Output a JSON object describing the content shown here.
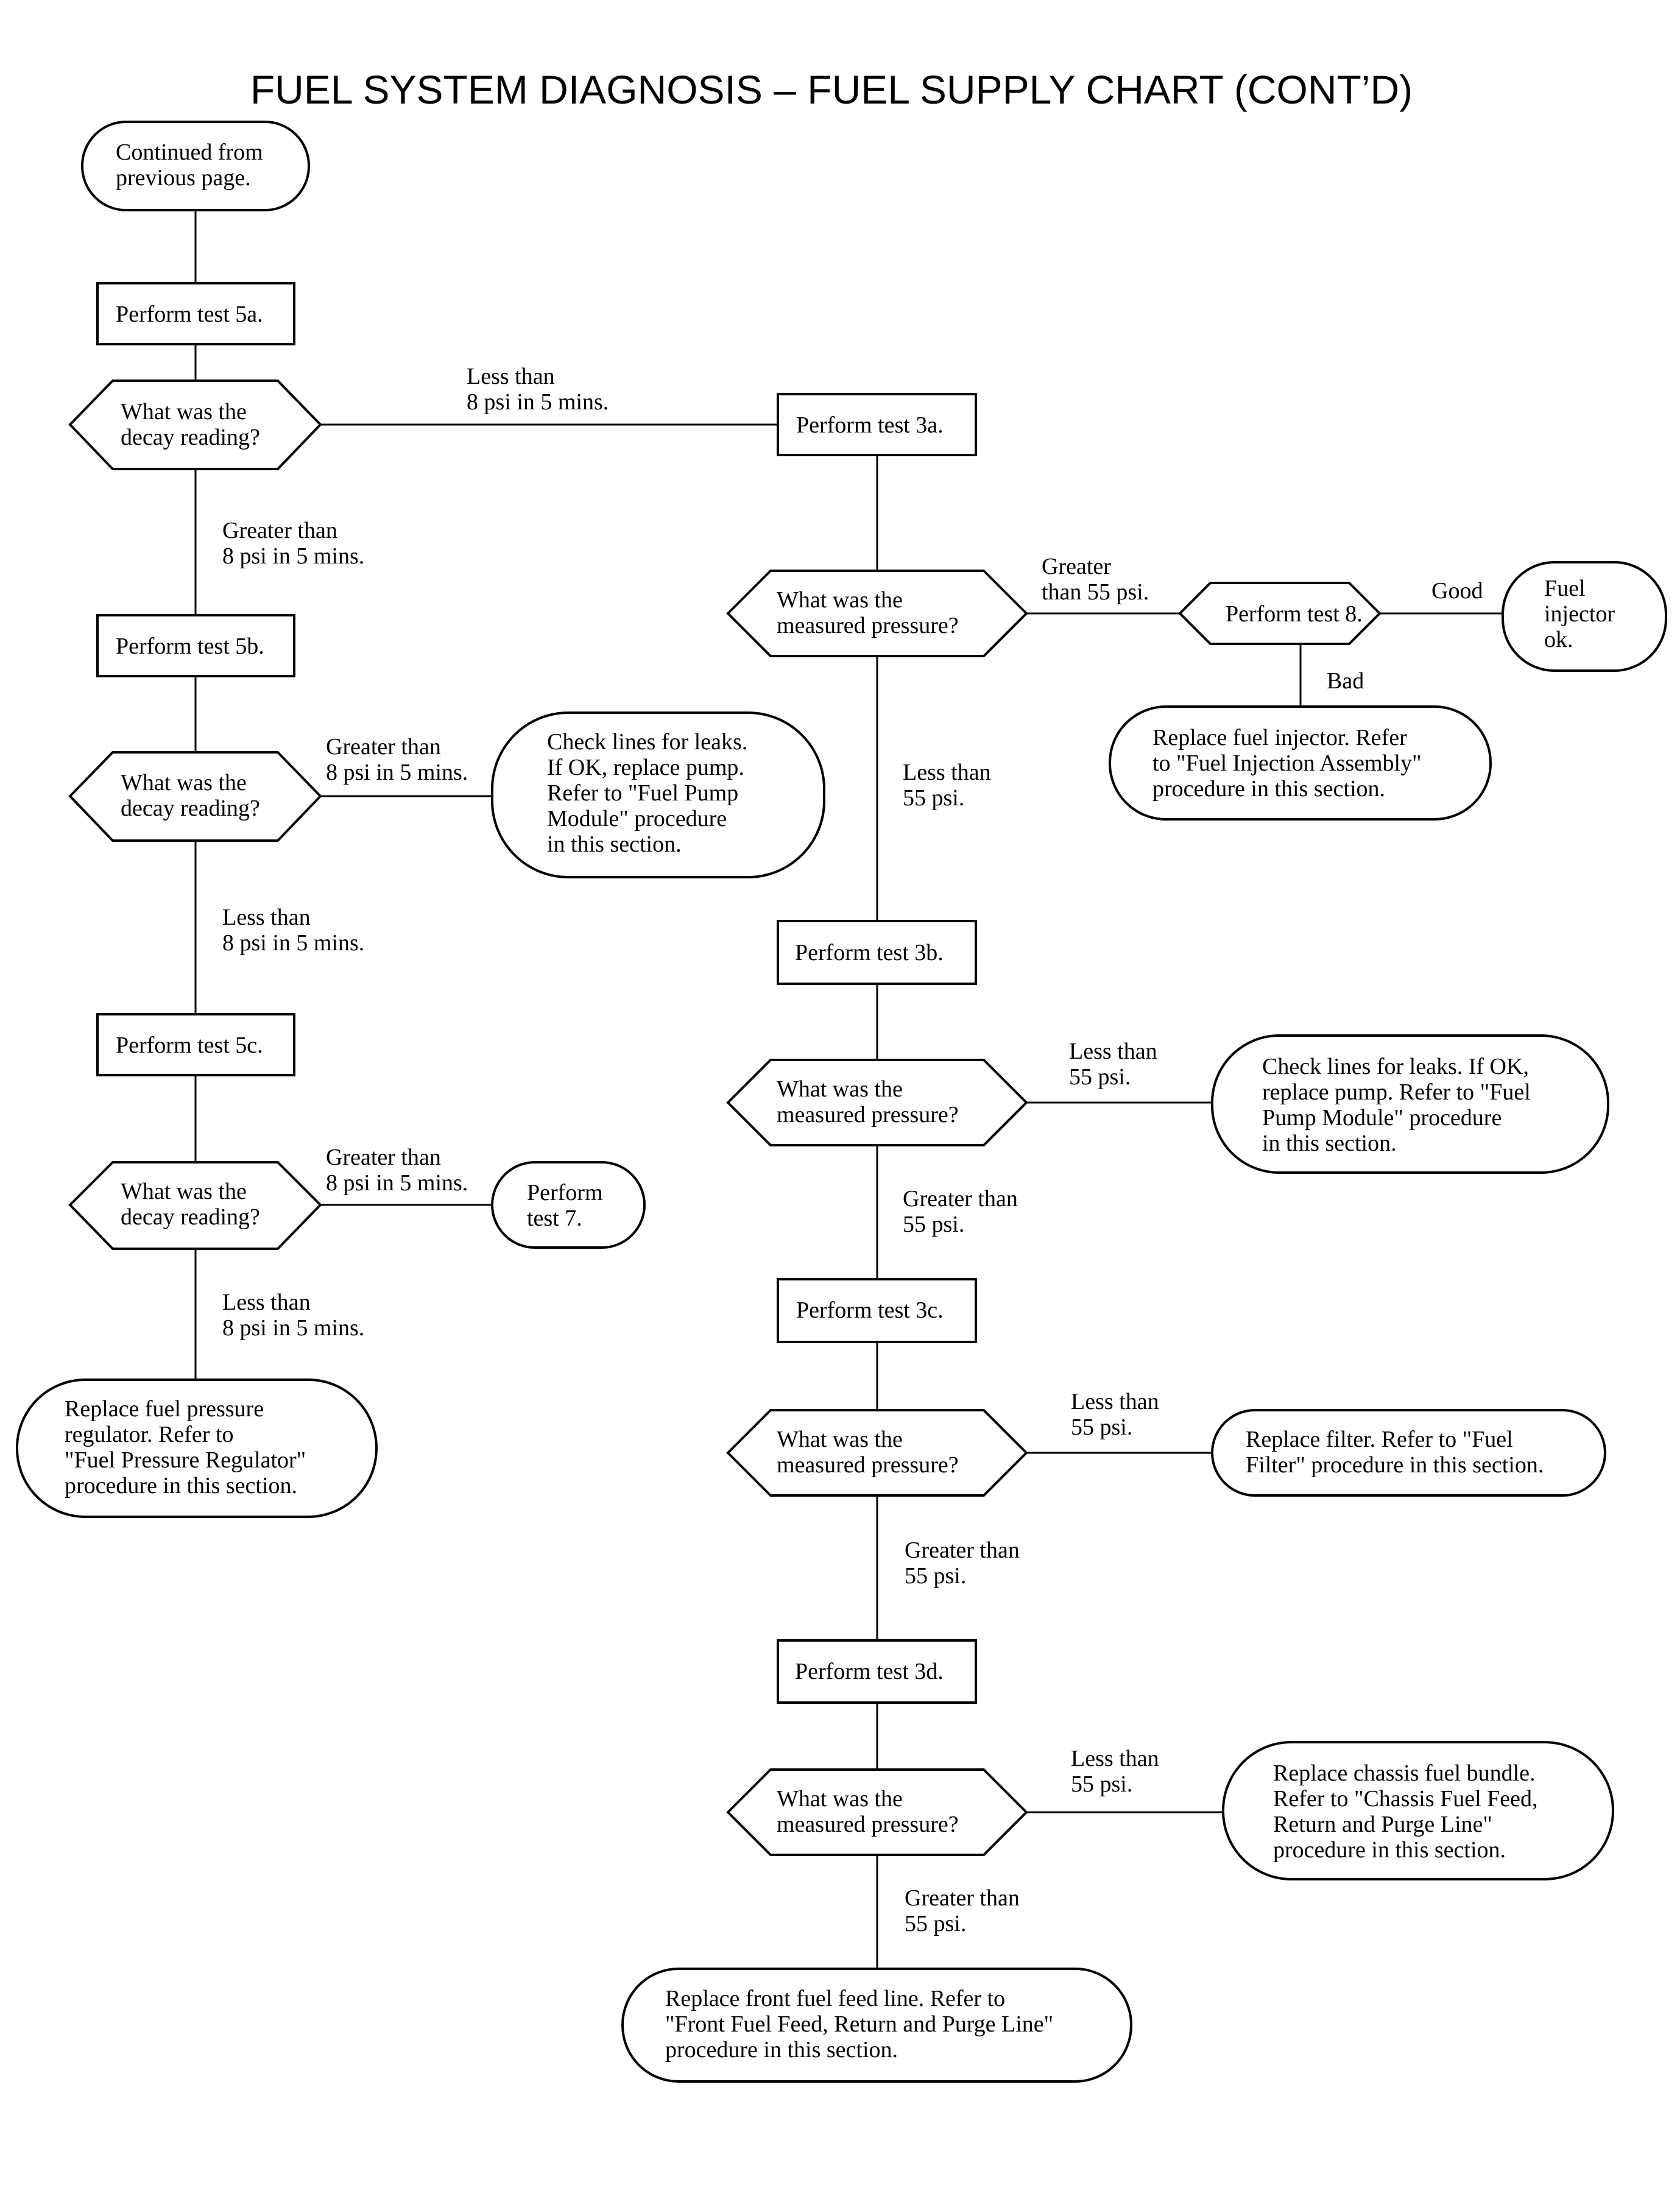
{
  "title": "FUEL SYSTEM DIAGNOSIS – FUEL SUPPLY CHART (CONT’D)",
  "nodes": {
    "start": [
      "Continued from",
      "previous page."
    ],
    "test5a": [
      "Perform test 5a."
    ],
    "decay1": [
      "What was the",
      "decay reading?"
    ],
    "test5b": [
      "Perform test 5b."
    ],
    "decay2": [
      "What was the",
      "decay reading?"
    ],
    "check_leaks_1": [
      "Check lines for leaks.",
      "If OK, replace pump.",
      "Refer to \"Fuel Pump",
      "Module\" procedure",
      "in this section."
    ],
    "test5c": [
      "Perform test 5c."
    ],
    "decay3": [
      "What was the",
      "decay reading?"
    ],
    "test7": [
      "Perform",
      "test 7."
    ],
    "replace_regulator": [
      "Replace fuel pressure",
      "regulator. Refer to",
      "\"Fuel Pressure Regulator\"",
      "procedure in this section."
    ],
    "test3a": [
      "Perform test 3a."
    ],
    "pressure1": [
      "What was the",
      "measured pressure?"
    ],
    "test8": [
      "Perform test 8."
    ],
    "injector_ok": [
      "Fuel",
      "injector",
      "ok."
    ],
    "replace_injector": [
      "Replace fuel injector. Refer",
      "to \"Fuel Injection Assembly\"",
      "procedure in this section."
    ],
    "test3b": [
      "Perform test 3b."
    ],
    "pressure2": [
      "What was the",
      "measured pressure?"
    ],
    "check_leaks_2": [
      "Check lines for leaks. If OK,",
      "replace pump. Refer to \"Fuel",
      "Pump Module\" procedure",
      "in this section."
    ],
    "test3c": [
      "Perform test 3c."
    ],
    "pressure3": [
      "What was the",
      "measured pressure?"
    ],
    "replace_filter": [
      "Replace filter. Refer to \"Fuel",
      "Filter\" procedure in this section."
    ],
    "test3d": [
      "Perform test 3d."
    ],
    "pressure4": [
      "What was the",
      "measured pressure?"
    ],
    "replace_bundle": [
      "Replace chassis fuel bundle.",
      "Refer to \"Chassis Fuel Feed,",
      "Return and Purge Line\"",
      "procedure in this section."
    ],
    "replace_front_line": [
      "Replace front fuel feed line. Refer to",
      "\"Front Fuel Feed, Return and Purge Line\"",
      "procedure in this section."
    ]
  },
  "edges": {
    "decay1_less": [
      "Less than",
      "8 psi in 5 mins."
    ],
    "decay1_greater": [
      "Greater than",
      "8 psi in 5 mins."
    ],
    "decay2_greater": [
      "Greater than",
      "8 psi in 5 mins."
    ],
    "decay2_less": [
      "Less than",
      "8 psi in 5 mins."
    ],
    "decay3_greater": [
      "Greater than",
      "8 psi in 5 mins."
    ],
    "decay3_less": [
      "Less than",
      "8 psi in 5 mins."
    ],
    "pressure1_greater": [
      "Greater",
      "than 55 psi."
    ],
    "test8_good": [
      "Good"
    ],
    "test8_bad": [
      "Bad"
    ],
    "pressure1_less": [
      "Less than",
      "55 psi."
    ],
    "pressure2_less": [
      "Less than",
      "55 psi."
    ],
    "pressure2_greater": [
      "Greater than",
      "55 psi."
    ],
    "pressure3_less": [
      "Less than",
      "55 psi."
    ],
    "pressure3_greater": [
      "Greater than",
      "55 psi."
    ],
    "pressure4_less": [
      "Less than",
      "55 psi."
    ],
    "pressure4_greater": [
      "Greater than",
      "55 psi."
    ]
  }
}
